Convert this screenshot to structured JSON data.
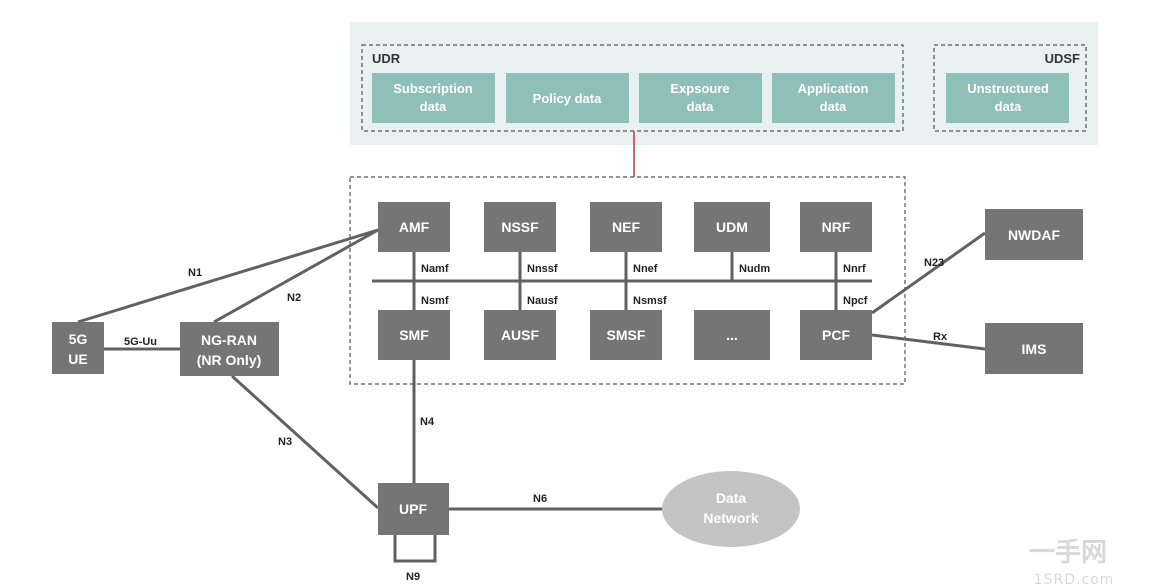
{
  "colors": {
    "nf_box": "#757575",
    "data_box": "#8fbfb9",
    "data_panel": "#e8f1ef",
    "link": "#616161",
    "red_link": "#b23a3a",
    "data_network": "#c4c4c4",
    "watermark": "#d8d8d8"
  },
  "udr": {
    "title": "UDR",
    "items": [
      {
        "line1": "Subscription",
        "line2": "data"
      },
      {
        "line1": "Policy data",
        "line2": ""
      },
      {
        "line1": "Expsoure",
        "line2": "data"
      },
      {
        "line1": "Application",
        "line2": "data"
      }
    ]
  },
  "udsf": {
    "title": "UDSF",
    "item": {
      "line1": "Unstructured",
      "line2": "data"
    }
  },
  "core_nfs": {
    "top": [
      "AMF",
      "NSSF",
      "NEF",
      "UDM",
      "NRF"
    ],
    "top_interfaces": [
      "Namf",
      "Nnssf",
      "Nnef",
      "Nudm",
      "Nnrf"
    ],
    "bottom": [
      "SMF",
      "AUSF",
      "SMSF",
      "...",
      "PCF"
    ],
    "bottom_interfaces": [
      "Nsmf",
      "Nausf",
      "Nsmsf",
      "Npcf"
    ]
  },
  "nodes": {
    "ue": {
      "line1": "5G",
      "line2": "UE"
    },
    "ran": {
      "line1": "NG-RAN",
      "line2": "(NR Only)"
    },
    "upf": "UPF",
    "nwdaf": "NWDAF",
    "ims": "IMS",
    "dn": {
      "line1": "Data",
      "line2": "Network"
    }
  },
  "links": {
    "n1": "N1",
    "n2": "N2",
    "n3": "N3",
    "n4": "N4",
    "n6": "N6",
    "n9": "N9",
    "uu": "5G-Uu",
    "n23": "N23",
    "rx": "Rx"
  },
  "watermark": {
    "line1": "一手网",
    "line2": "1SRD.com"
  }
}
